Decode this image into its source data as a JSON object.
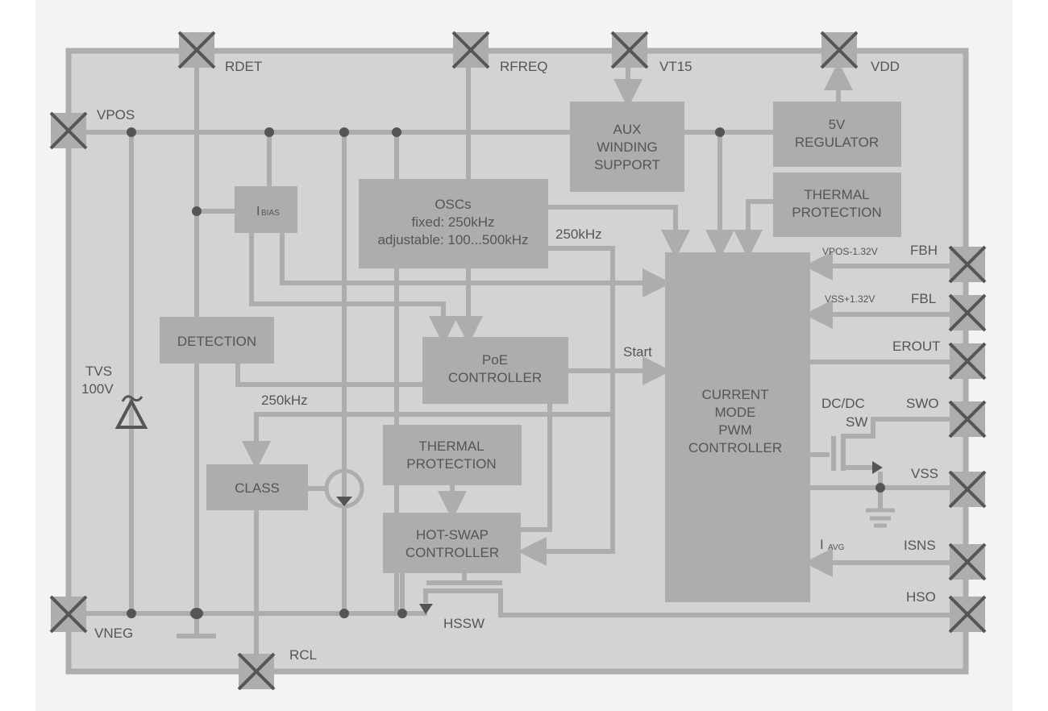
{
  "colors": {
    "background": "#f3f3f3",
    "chip_fill": "#d3d3d3",
    "chip_border": "#adadad",
    "block_fill": "#adadad",
    "wire": "#adadad",
    "node": "#555555",
    "text": "#555555",
    "pin_fill": "#adadad",
    "pin_cross": "#555555"
  },
  "pins": {
    "rdet": "RDET",
    "rfreq": "RFREQ",
    "vt15": "VT15",
    "vdd": "VDD",
    "vpos": "VPOS",
    "vneg": "VNEG",
    "rcl": "RCL",
    "fbh": "FBH",
    "fbl": "FBL",
    "erout": "EROUT",
    "swo": "SWO",
    "vss": "VSS",
    "isns": "ISNS",
    "hso": "HSO"
  },
  "blocks": {
    "aux": [
      "AUX",
      "WINDING",
      "SUPPORT"
    ],
    "regulator": [
      "5V",
      "REGULATOR"
    ],
    "thermal_top": [
      "THERMAL",
      "PROTECTION"
    ],
    "osc": [
      "OSCs",
      "fixed: 250kHz",
      "adjustable: 100...500kHz"
    ],
    "ibias_main": "I",
    "ibias_sub": "BIAS",
    "detection": "DETECTION",
    "poe": [
      "PoE",
      "CONTROLLER"
    ],
    "pwm": [
      "CURRENT",
      "MODE",
      "PWM",
      "CONTROLLER"
    ],
    "thermal_bottom": [
      "THERMAL",
      "PROTECTION"
    ],
    "hotswap": [
      "HOT-SWAP",
      "CONTROLLER"
    ],
    "class": "CLASS"
  },
  "labels": {
    "osc_out": "250kHz",
    "class_in": "250kHz",
    "start": "Start",
    "tvs": [
      "TVS",
      "100V"
    ],
    "fbh_ref": "VPOS-1.32V",
    "fbl_ref": "VSS+1.32V",
    "dcdc": [
      "DC/DC",
      "SW"
    ],
    "iavg_main": "I",
    "iavg_sub": "AVG",
    "hssw": "HSSW"
  }
}
